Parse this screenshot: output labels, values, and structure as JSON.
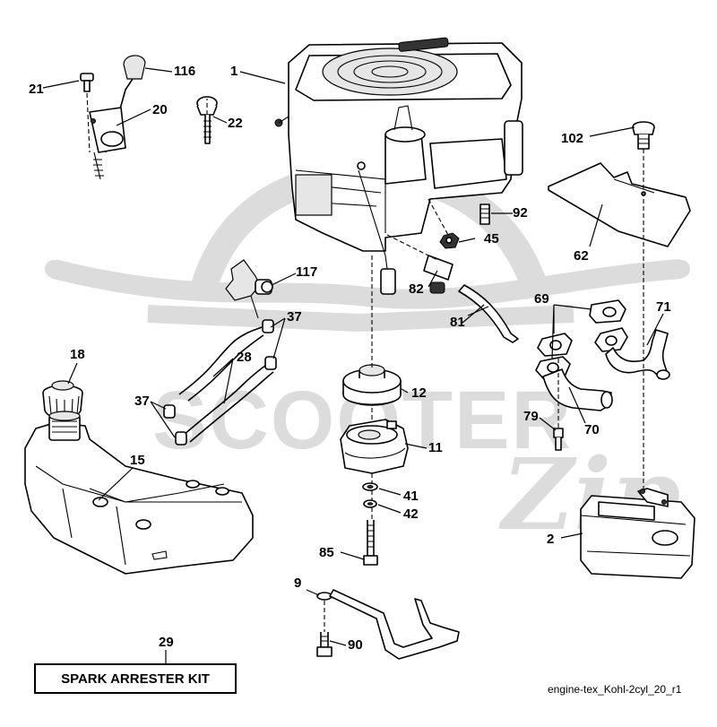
{
  "watermark": {
    "brand": "SCOOTER",
    "script": "Zip"
  },
  "callouts": {
    "c1": "1",
    "c2": "2",
    "c9": "9",
    "c11": "11",
    "c12": "12",
    "c15": "15",
    "c18": "18",
    "c20": "20",
    "c21": "21",
    "c22": "22",
    "c28": "28",
    "c29": "29",
    "c37a": "37",
    "c37b": "37",
    "c41": "41",
    "c42": "42",
    "c45": "45",
    "c62": "62",
    "c69": "69",
    "c70": "70",
    "c71": "71",
    "c79": "79",
    "c81": "81",
    "c82": "82",
    "c85": "85",
    "c90": "90",
    "c92": "92",
    "c102": "102",
    "c116": "116",
    "c117": "117"
  },
  "kit_label": "SPARK ARRESTER KIT",
  "reference": "engine-tex_Kohl-2cyl_20_r1"
}
